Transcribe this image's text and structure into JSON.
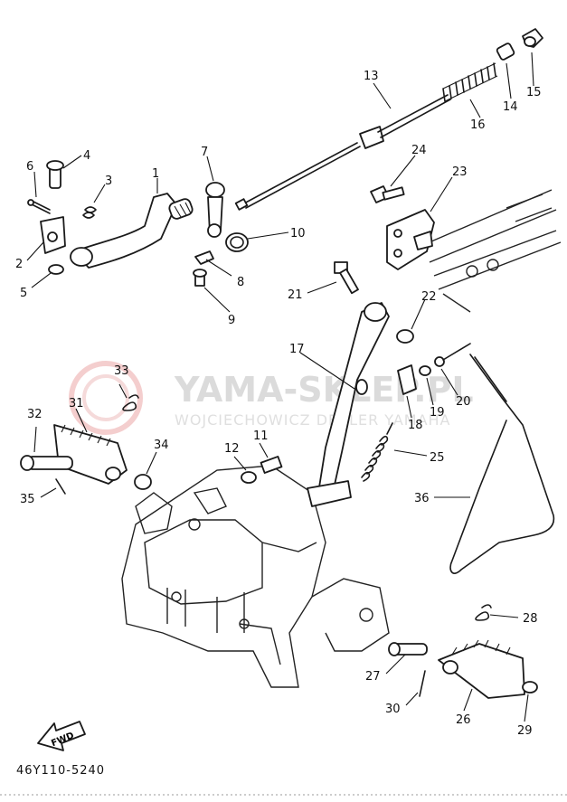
{
  "diagram": {
    "doc_code": "46Y110-5240",
    "fwd_label": "FWD",
    "watermark": {
      "title": "YAMA-SKLEP.PL",
      "subtitle": "WOJCIECHOWICZ DEALER YAMAHA"
    },
    "callouts": [
      "1",
      "2",
      "3",
      "4",
      "5",
      "6",
      "7",
      "8",
      "9",
      "10",
      "11",
      "12",
      "13",
      "14",
      "15",
      "16",
      "17",
      "18",
      "19",
      "20",
      "21",
      "22",
      "23",
      "24",
      "25",
      "26",
      "27",
      "28",
      "29",
      "30",
      "31",
      "32",
      "33",
      "34",
      "35",
      "36"
    ]
  }
}
